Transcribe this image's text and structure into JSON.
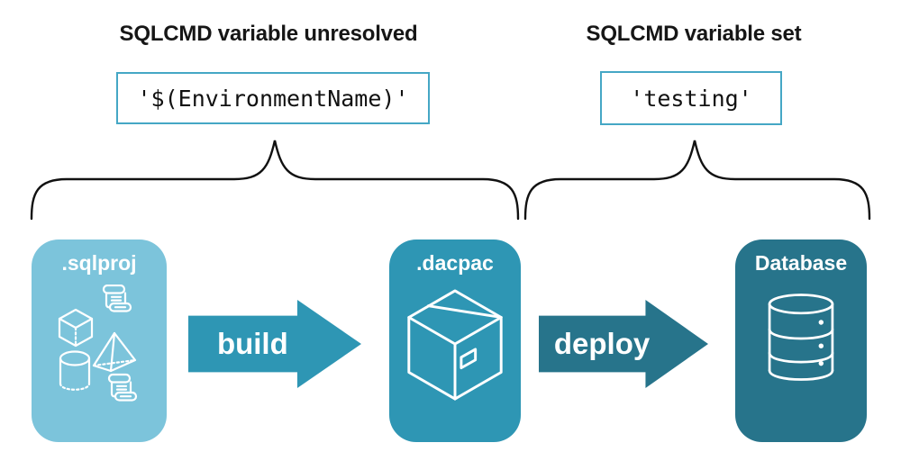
{
  "annotations": {
    "unresolved": {
      "heading": "SQLCMD variable unresolved",
      "code": "'$(EnvironmentName)'"
    },
    "set": {
      "heading": "SQLCMD variable set",
      "code": "'testing'"
    }
  },
  "pipeline": {
    "sqlproj": {
      "label": ".sqlproj",
      "color": "#7CC4DB",
      "icon": "sql-project-objects-icon"
    },
    "build_arrow": {
      "label": "build",
      "color": "#2E96B4"
    },
    "dacpac": {
      "label": ".dacpac",
      "color": "#2E96B4",
      "icon": "package-box-icon"
    },
    "deploy_arrow": {
      "label": "deploy",
      "color": "#27748B"
    },
    "database": {
      "label": "Database",
      "color": "#27748B",
      "icon": "database-cylinder-icon"
    }
  },
  "colors": {
    "background": "#FFFFFF",
    "code_box_border": "#45A7C5",
    "heading_text": "#161616",
    "code_text": "#111111",
    "brace_stroke": "#111111",
    "node_label_text": "#FFFFFF"
  }
}
